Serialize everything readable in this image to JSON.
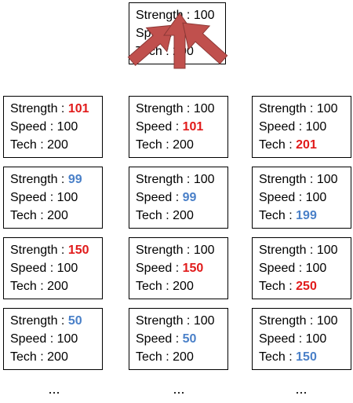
{
  "diagram": {
    "root": {
      "lines": [
        {
          "label": "Strength : ",
          "value": "100",
          "mark": "none"
        },
        {
          "label": "Speed : ",
          "value": "100",
          "mark": "none"
        },
        {
          "label": "Tech : ",
          "value": "200",
          "mark": "none"
        }
      ]
    },
    "grid": [
      [
        {
          "lines": [
            {
              "label": "Strength : ",
              "value": "101",
              "mark": "up"
            },
            {
              "label": "Speed : ",
              "value": "100",
              "mark": "none"
            },
            {
              "label": "Tech : ",
              "value": "200",
              "mark": "none"
            }
          ]
        },
        {
          "lines": [
            {
              "label": "Strength : ",
              "value": "100",
              "mark": "none"
            },
            {
              "label": "Speed : ",
              "value": "101",
              "mark": "up"
            },
            {
              "label": "Tech : ",
              "value": "200",
              "mark": "none"
            }
          ]
        },
        {
          "lines": [
            {
              "label": "Strength : ",
              "value": "100",
              "mark": "none"
            },
            {
              "label": "Speed : ",
              "value": "100",
              "mark": "none"
            },
            {
              "label": "Tech : ",
              "value": "201",
              "mark": "up"
            }
          ]
        }
      ],
      [
        {
          "lines": [
            {
              "label": "Strength : ",
              "value": "99",
              "mark": "down"
            },
            {
              "label": "Speed : ",
              "value": "100",
              "mark": "none"
            },
            {
              "label": "Tech : ",
              "value": "200",
              "mark": "none"
            }
          ]
        },
        {
          "lines": [
            {
              "label": "Strength : ",
              "value": "100",
              "mark": "none"
            },
            {
              "label": "Speed : ",
              "value": "99",
              "mark": "down"
            },
            {
              "label": "Tech : ",
              "value": "200",
              "mark": "none"
            }
          ]
        },
        {
          "lines": [
            {
              "label": "Strength : ",
              "value": "100",
              "mark": "none"
            },
            {
              "label": "Speed : ",
              "value": "100",
              "mark": "none"
            },
            {
              "label": "Tech : ",
              "value": "199",
              "mark": "down"
            }
          ]
        }
      ],
      [
        {
          "lines": [
            {
              "label": "Strength : ",
              "value": "150",
              "mark": "up"
            },
            {
              "label": "Speed : ",
              "value": "100",
              "mark": "none"
            },
            {
              "label": "Tech : ",
              "value": "200",
              "mark": "none"
            }
          ]
        },
        {
          "lines": [
            {
              "label": "Strength : ",
              "value": "100",
              "mark": "none"
            },
            {
              "label": "Speed : ",
              "value": "150",
              "mark": "up"
            },
            {
              "label": "Tech : ",
              "value": "200",
              "mark": "none"
            }
          ]
        },
        {
          "lines": [
            {
              "label": "Strength : ",
              "value": "100",
              "mark": "none"
            },
            {
              "label": "Speed : ",
              "value": "100",
              "mark": "none"
            },
            {
              "label": "Tech : ",
              "value": "250",
              "mark": "up"
            }
          ]
        }
      ],
      [
        {
          "lines": [
            {
              "label": "Strength : ",
              "value": "50",
              "mark": "down"
            },
            {
              "label": "Speed : ",
              "value": "100",
              "mark": "none"
            },
            {
              "label": "Tech : ",
              "value": "200",
              "mark": "none"
            }
          ]
        },
        {
          "lines": [
            {
              "label": "Strength : ",
              "value": "100",
              "mark": "none"
            },
            {
              "label": "Speed : ",
              "value": "50",
              "mark": "down"
            },
            {
              "label": "Tech : ",
              "value": "200",
              "mark": "none"
            }
          ]
        },
        {
          "lines": [
            {
              "label": "Strength : ",
              "value": "100",
              "mark": "none"
            },
            {
              "label": "Speed : ",
              "value": "100",
              "mark": "none"
            },
            {
              "label": "Tech : ",
              "value": "150",
              "mark": "down"
            }
          ]
        }
      ]
    ],
    "ellipsis": [
      "...",
      "...",
      "..."
    ],
    "colors": {
      "increase": "#e11b1b",
      "decrease": "#4a80c8",
      "arrow_fill": "#c0504d",
      "arrow_stroke": "#8c3836"
    }
  }
}
